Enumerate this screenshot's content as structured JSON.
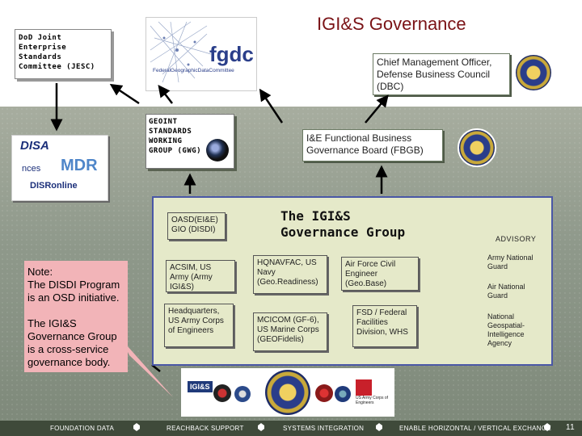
{
  "title": "IGI&S Governance",
  "jesc": {
    "text": "DoD Joint Enterprise Standards Committee (JESC)"
  },
  "fgdc": {
    "logo_text": "fgdc",
    "sub_text": "FederalGeographicDataCommittee"
  },
  "cmo": {
    "text": "Chief Management Officer, Defense Business Council (DBC)"
  },
  "gwg": {
    "text": "GEOINT STANDARDS WORKING GROUP (GWG)"
  },
  "fbgb": {
    "text": "I&E Functional Business Governance Board (FBGB)"
  },
  "disr_logos": {
    "disa": "DISA",
    "nces": "nces",
    "mdr": "MDR",
    "disr": "DISRonline"
  },
  "group": {
    "title": "The IGI&S Governance Group",
    "members": [
      "OASD(EI&E) GIO (DISDI)",
      "ACSIM, US Army (Army IGI&S)",
      "Headquarters, US Army Corps of Engineers",
      "HQNAVFAC, US Navy (Geo.Readiness)",
      "MCICOM (GF-6), US Marine Corps (GEOFidelis)",
      "Air Force Civil Engineer (Geo.Base)",
      "FSD / Federal Facilities Division, WHS"
    ],
    "advisory_label": "ADVISORY",
    "advisory": [
      "Army National Guard",
      "Air National Guard",
      "National Geospatial-Intelligence Agency"
    ]
  },
  "note": {
    "line1": "Note:",
    "line2": "The DISDI Program is an OSD initiative.",
    "line3": "The IGI&S Governance Group is a cross-service governance body."
  },
  "bottom_logos": {
    "igis": "IGI&S",
    "usace": "US Army Corps of Engineers"
  },
  "footer": {
    "items": [
      "FOUNDATION DATA",
      "REACHBACK SUPPORT",
      "SYSTEMS INTEGRATION",
      "ENABLE HORIZONTAL / VERTICAL EXCHANGE"
    ],
    "page_number": "11"
  },
  "colors": {
    "title": "#7a1316",
    "panel_border": "#4a57a6",
    "note_bg": "#f2b4b8",
    "panel_bg": "#e5e9c9"
  }
}
